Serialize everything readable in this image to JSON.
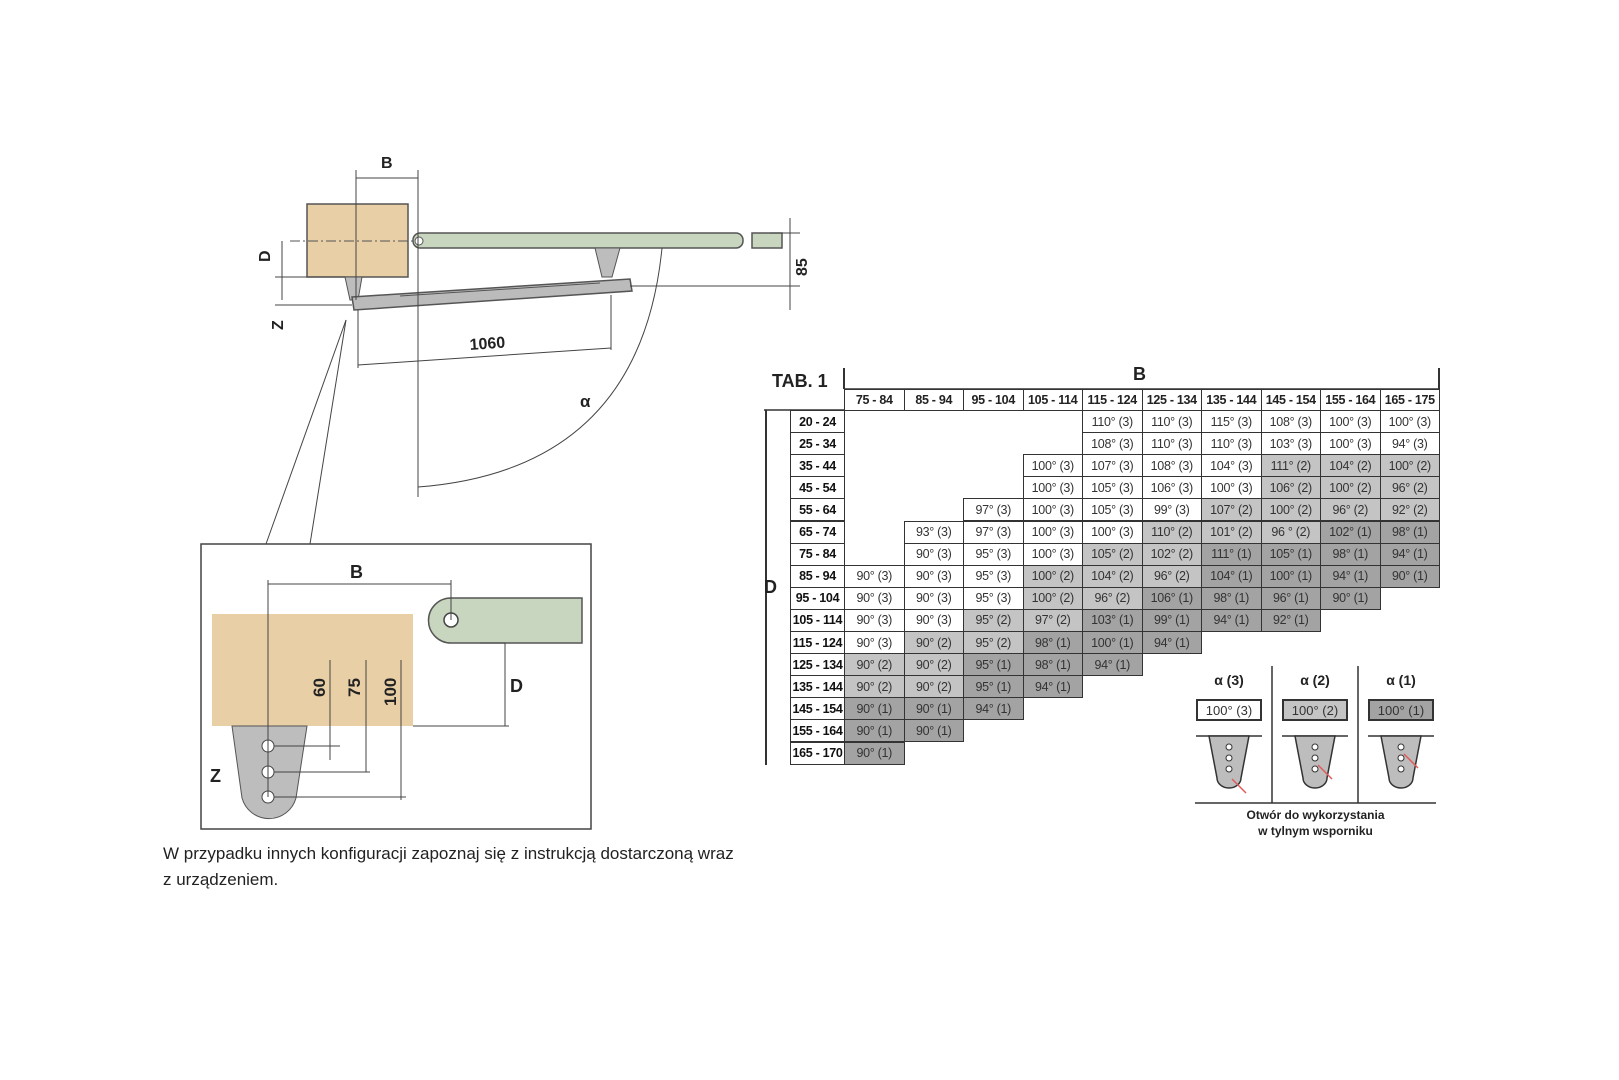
{
  "diagram": {
    "top_labels": {
      "B": "B",
      "D": "D",
      "Z": "Z",
      "length": "1060",
      "height": "85",
      "alpha": "α"
    },
    "inset_labels": {
      "B": "B",
      "D": "D",
      "Z": "Z",
      "h60": "60",
      "h75": "75",
      "h100": "100"
    },
    "caption_line1": "W przypadku innych konfiguracji zapoznaj się z instrukcją dostarczoną wraz",
    "caption_line2": "z urządzeniem.",
    "colors": {
      "wood": "#e8cfa6",
      "arm": "#c9d6bf",
      "bracket": "#bdbdbd"
    }
  },
  "table": {
    "title": "TAB. 1",
    "col_axis": "B",
    "row_axis": "D",
    "columns": [
      "75 - 84",
      "85 - 94",
      "95 - 104",
      "105 - 114",
      "115 - 124",
      "125 - 134",
      "135 - 144",
      "145 - 154",
      "155 - 164",
      "165 - 175"
    ],
    "rows": [
      {
        "d": "20 - 24",
        "cells": [
          "",
          "",
          "",
          "",
          "110° (3)",
          "110° (3)",
          "115° (3)",
          "108° (3)",
          "100° (3)",
          "100° (3)"
        ]
      },
      {
        "d": "25 - 34",
        "cells": [
          "",
          "",
          "",
          "",
          "108° (3)",
          "110° (3)",
          "110° (3)",
          "103° (3)",
          "100° (3)",
          "94° (3)"
        ]
      },
      {
        "d": "35 - 44",
        "cells": [
          "",
          "",
          "",
          "100° (3)",
          "107° (3)",
          "108° (3)",
          "104° (3)",
          "111° (2)",
          "104° (2)",
          "100° (2)"
        ]
      },
      {
        "d": "45 - 54",
        "cells": [
          "",
          "",
          "",
          "100° (3)",
          "105° (3)",
          "106° (3)",
          "100° (3)",
          "106° (2)",
          "100° (2)",
          "96° (2)"
        ]
      },
      {
        "d": "55 - 64",
        "cells": [
          "",
          "",
          "97° (3)",
          "100° (3)",
          "105° (3)",
          "99° (3)",
          "107° (2)",
          "100° (2)",
          "96° (2)",
          "92° (2)"
        ]
      },
      {
        "d": "65 - 74",
        "cells": [
          "",
          "93° (3)",
          "97° (3)",
          "100° (3)",
          "100° (3)",
          "110° (2)",
          "101° (2)",
          "96 ° (2)",
          "102° (1)",
          "98° (1)"
        ]
      },
      {
        "d": "75 - 84",
        "cells": [
          "",
          "90° (3)",
          "95° (3)",
          "100° (3)",
          "105° (2)",
          "102° (2)",
          "111° (1)",
          "105° (1)",
          "98° (1)",
          "94° (1)"
        ]
      },
      {
        "d": "85 - 94",
        "cells": [
          "90° (3)",
          "90° (3)",
          "95° (3)",
          "100° (2)",
          "104° (2)",
          "96° (2)",
          "104° (1)",
          "100° (1)",
          "94° (1)",
          "90° (1)"
        ]
      },
      {
        "d": "95 - 104",
        "cells": [
          "90° (3)",
          "90° (3)",
          "95° (3)",
          "100° (2)",
          "96° (2)",
          "106° (1)",
          "98° (1)",
          "96° (1)",
          "90° (1)",
          ""
        ]
      },
      {
        "d": "105 - 114",
        "cells": [
          "90° (3)",
          "90° (3)",
          "95° (2)",
          "97° (2)",
          "103° (1)",
          "99° (1)",
          "94° (1)",
          "92° (1)",
          "",
          ""
        ]
      },
      {
        "d": "115 - 124",
        "cells": [
          "90° (3)",
          "90° (2)",
          "95° (2)",
          "98° (1)",
          "100° (1)",
          "94° (1)",
          "",
          "",
          "",
          ""
        ]
      },
      {
        "d": "125 - 134",
        "cells": [
          "90° (2)",
          "90° (2)",
          "95° (1)",
          "98° (1)",
          "94° (1)",
          "",
          "",
          "",
          "",
          ""
        ]
      },
      {
        "d": "135 - 144",
        "cells": [
          "90° (2)",
          "90° (2)",
          "95° (1)",
          "94° (1)",
          "",
          "",
          "",
          "",
          "",
          ""
        ]
      },
      {
        "d": "145 - 154",
        "cells": [
          "90° (1)",
          "90° (1)",
          "94° (1)",
          "",
          "",
          "",
          "",
          "",
          "",
          ""
        ]
      },
      {
        "d": "155 - 164",
        "cells": [
          "90° (1)",
          "90° (1)",
          "",
          "",
          "",
          "",
          "",
          "",
          "",
          ""
        ]
      },
      {
        "d": "165 - 170",
        "cells": [
          "90° (1)",
          "",
          "",
          "",
          "",
          "",
          "",
          "",
          "",
          ""
        ]
      }
    ],
    "shade_colors": {
      "3": "#ffffff",
      "2": "#c4c4c4",
      "1": "#a3a3a3"
    }
  },
  "legend": {
    "items": [
      {
        "title": "α (3)",
        "value": "100° (3)"
      },
      {
        "title": "α (2)",
        "value": "100° (2)"
      },
      {
        "title": "α (1)",
        "value": "100° (1)"
      }
    ],
    "caption_line1": "Otwór do wykorzystania",
    "caption_line2": "w tylnym wsporniku"
  }
}
